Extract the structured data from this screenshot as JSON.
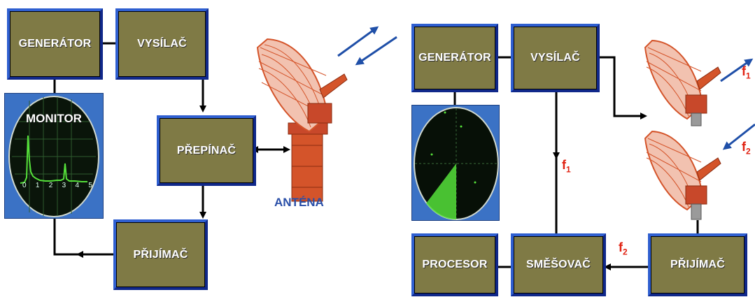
{
  "left": {
    "generator": "GENERÁTOR",
    "transmitter": "VYSÍLAČ",
    "switch": "PŘEPÍNAČ",
    "receiver": "PŘIJÍMAČ",
    "monitor_title": "MONITOR",
    "monitor_axis": [
      "0",
      "1",
      "2",
      "3",
      "4",
      "5"
    ],
    "antenna_label": "ANTÉNA"
  },
  "right": {
    "generator": "GENERÁTOR",
    "transmitter": "VYSÍLAČ",
    "processor": "PROCESOR",
    "mixer": "SMĚŠOVAČ",
    "receiver": "PŘIJÍMAČ",
    "f1_main": "f",
    "f1_sub": "1",
    "f2_main": "f",
    "f2_sub": "2",
    "f1_top_main": "f",
    "f1_top_sub": "1",
    "f2_side_main": "f",
    "f2_side_sub": "2"
  },
  "colors": {
    "block_fill": "#7f7a45",
    "block_border_light": "#2f5fd0",
    "block_border_dark": "#10288a",
    "panel_blue": "#3b72c5",
    "signal_green": "#55e03a",
    "antenna_orange": "#d4542a",
    "frequency_red": "#e02010",
    "arrow_blue": "#1f4fa8",
    "antenna_label_blue": "#2a4fa8"
  }
}
